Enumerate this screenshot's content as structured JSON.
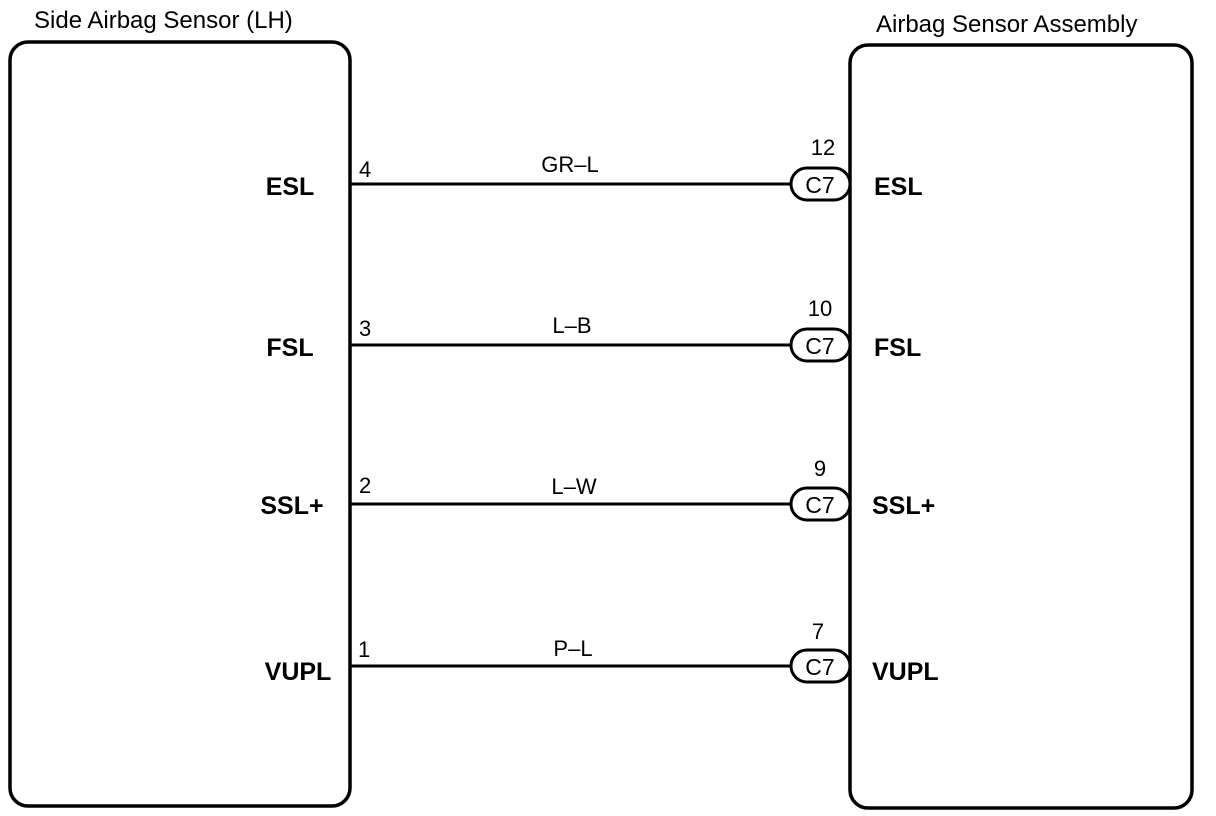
{
  "left_component": {
    "title": "Side Airbag Sensor (LH)"
  },
  "right_component": {
    "title": "Airbag Sensor Assembly"
  },
  "connections": [
    {
      "left_pin": "4",
      "left_signal": "ESL",
      "wire_color": "GR–L",
      "right_pin": "12",
      "connector": "C7",
      "right_signal": "ESL"
    },
    {
      "left_pin": "3",
      "left_signal": "FSL",
      "wire_color": "L–B",
      "right_pin": "10",
      "connector": "C7",
      "right_signal": "FSL"
    },
    {
      "left_pin": "2",
      "left_signal": "SSL+",
      "wire_color": "L–W",
      "right_pin": "9",
      "connector": "C7",
      "right_signal": "SSL+"
    },
    {
      "left_pin": "1",
      "left_signal": "VUPL",
      "wire_color": "P–L",
      "right_pin": "7",
      "connector": "C7",
      "right_signal": "VUPL"
    }
  ]
}
